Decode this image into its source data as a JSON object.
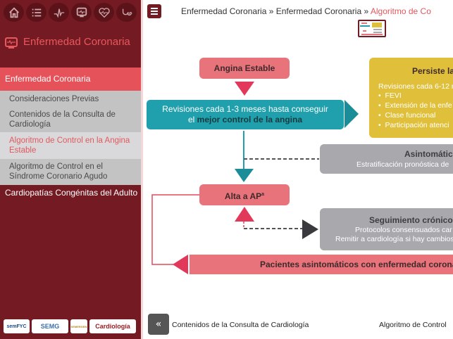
{
  "colors": {
    "sidebar_bg": "#741a22",
    "accent_red": "#e5525a",
    "teal": "#1fa0ac",
    "yellow": "#e0c03b",
    "grey": "#a8a8ad"
  },
  "sidebar": {
    "top_icons": [
      "home-icon",
      "list-icon",
      "ecg-icon",
      "monitor-icon",
      "heart-icon",
      "stethoscope-icon"
    ],
    "section_icon": "monitor-icon",
    "section_title": "Enfermedad Coronaria",
    "active_item": "Enfermedad Coronaria",
    "sub_items": [
      {
        "label": "Consideraciones Previas",
        "current": false
      },
      {
        "label": "Contenidos de la Consulta de Cardiología",
        "current": false
      },
      {
        "label": "Algoritmo de Control en la Angina Estable",
        "current": true
      },
      {
        "label": "Algoritmo de Control en el Síndrome Coronario Agudo",
        "current": false
      }
    ],
    "other_item": "Cardiopatías Congénitas del Adulto",
    "logos": [
      "semFYC",
      "SEMG",
      "SEMERGEN",
      "Cardiología"
    ]
  },
  "header": {
    "menu_icon": "hamburger-icon",
    "breadcrumb": [
      "Enfermedad Coronaria",
      "Enfermedad Coronaria",
      "Algoritmo de Control en la Angina Estable"
    ],
    "separator": "»",
    "breadcrumb_visible": {
      "crumb1": "Enfermedad Coronaria",
      "sep": " » ",
      "crumb2": "Enfermedad Coronaria",
      "crumb3": "Algoritmo de Co"
    }
  },
  "diagram": {
    "angina": "Angina Estable",
    "revisiones_line1": "Revisiones cada 1-3 meses hasta conseguir",
    "revisiones_line2_prefix": "el ",
    "revisiones_line2_bold": "mejor control de la angina",
    "persiste_title": "Persiste la",
    "persiste_sub": "Revisiones cada 6-12 m",
    "persiste_bullets": [
      "FEVI",
      "Extensión de la enfe",
      "Clase funcional",
      "Participación atenci"
    ],
    "asintomatico_title": "Asintomático",
    "asintomatico_sub": "Estratificación pronóstica de",
    "alta": "Alta a AP",
    "alta_sup": "a",
    "seguimiento_title": "Seguimiento crónico",
    "seguimiento_line1": "Protocolos consensuados car",
    "seguimiento_line2": "Remitir a cardiología si hay cambios",
    "pacientes": "Pacientes asintomáticos con enfermedad corona"
  },
  "footer": {
    "back_label": "«",
    "prev": "Contenidos de la Consulta de Cardiología",
    "next": "Algoritmo de Control"
  }
}
